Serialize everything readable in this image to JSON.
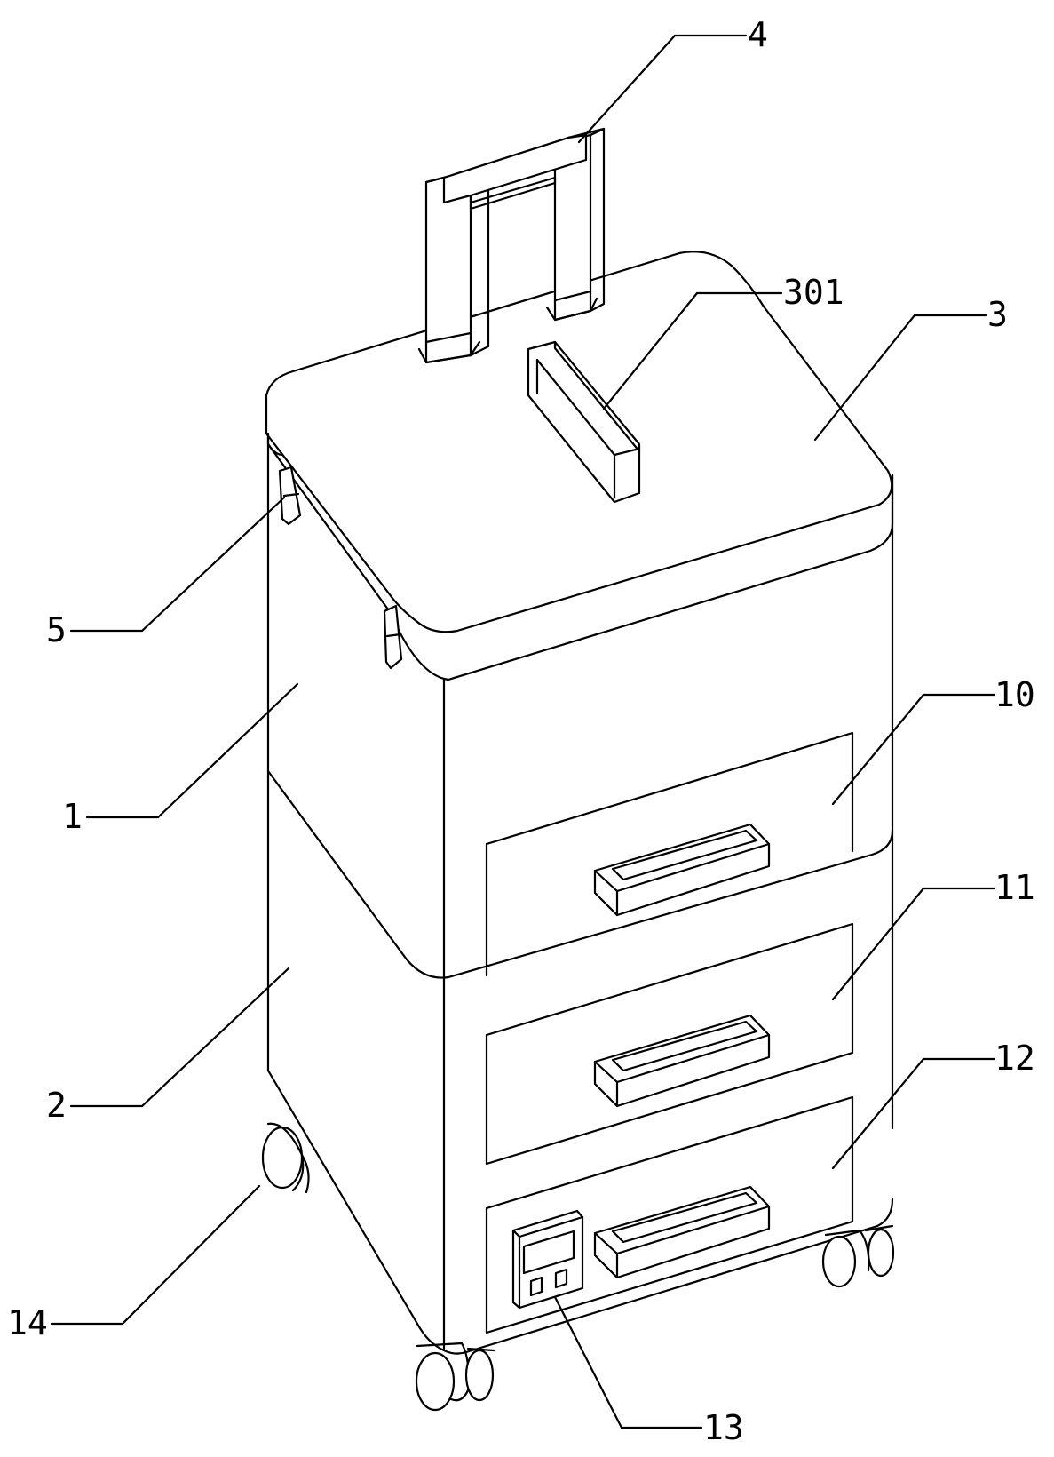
{
  "labels": {
    "l4": "4",
    "l301": "301",
    "l3": "3",
    "l5": "5",
    "l10": "10",
    "l1": "1",
    "l11": "11",
    "l12": "12",
    "l2": "2",
    "l14": "14",
    "l13": "13"
  },
  "colors": {
    "stroke": "#000000",
    "background": "#ffffff"
  }
}
